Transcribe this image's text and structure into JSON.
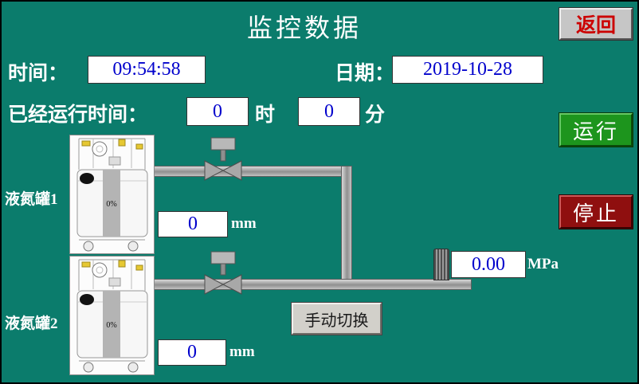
{
  "title": "监控数据",
  "header": {
    "back_button": "返回"
  },
  "datetime": {
    "time_label": "时间：",
    "time_value": "09:54:58",
    "date_label": "日期：",
    "date_value": "2019-10-28"
  },
  "runtime": {
    "label": "已经运行时间：",
    "hours_value": "0",
    "hours_unit": "时",
    "minutes_value": "0",
    "minutes_unit": "分"
  },
  "controls": {
    "run_button": "运行",
    "stop_button": "停止",
    "manual_switch_button": "手动切换"
  },
  "tanks": [
    {
      "label": "液氮罐1",
      "level_percent": "0%",
      "level_value": "0",
      "unit": "mm"
    },
    {
      "label": "液氮罐2",
      "level_percent": "0%",
      "level_value": "0",
      "unit": "mm"
    }
  ],
  "pressure": {
    "value": "0.00",
    "unit": "MPa"
  },
  "colors": {
    "background": "#0b7c6c",
    "run_green": "#1d951d",
    "stop_red": "#8f0f0f",
    "back_text_red": "#cc0000",
    "value_text_blue": "#0000cc"
  }
}
